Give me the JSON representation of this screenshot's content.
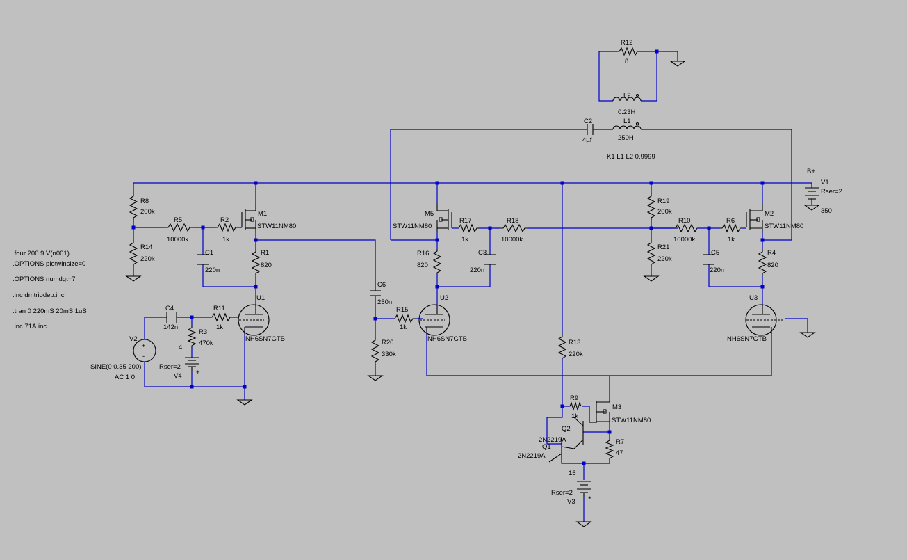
{
  "labels": {
    "R12": "R12",
    "R12v": "8",
    "L2": "L2",
    "L2v": "0.23H",
    "C2": "C2",
    "C2v": "4µf",
    "L1": "L1",
    "L1v": "250H",
    "K1": "K1 L1 L2 0.9999",
    "Bplus": "B+",
    "V1": "V1",
    "V1ser": "Rser=2",
    "V1v": "350",
    "R8": "R8",
    "R8v": "200k",
    "M1": "M1",
    "M1m": "STW11NM80",
    "R5": "R5",
    "R5v": "10000k",
    "R2": "R2",
    "R2v": "1k",
    "R14": "R14",
    "R14v": "220k",
    "C1": "C1",
    "C1v": "220n",
    "R1": "R1",
    "R1v": "820",
    "U1": "U1",
    "U1m": "NH6SN7GTB",
    "C4": "C4",
    "C4v": "142n",
    "R11": "R11",
    "R11v": "1k",
    "R3": "R3",
    "R3v": "470k",
    "V2": "V2",
    "V2v1": "SINE(0 0.35 200)",
    "V2v2": "AC 1 0",
    "V4": "V4",
    "V4ser": "Rser=2",
    "V4v": "4",
    "C6": "C6",
    "C6v": "250n",
    "R15": "R15",
    "R15v": "1k",
    "R20": "R20",
    "R20v": "330k",
    "M5": "M5",
    "M5m": "STW11NM80",
    "R17": "R17",
    "R17v": "1k",
    "R18": "R18",
    "R18v": "10000k",
    "R16": "R16",
    "R16v": "820",
    "C3": "C3",
    "C3v": "220n",
    "U2": "U2",
    "U2m": "NH6SN7GTB",
    "R13": "R13",
    "R13v": "220k",
    "R19": "R19",
    "R19v": "200k",
    "R10": "R10",
    "R10v": "10000k",
    "R6": "R6",
    "R6v": "1k",
    "M2": "M2",
    "M2m": "STW11NM80",
    "R21": "R21",
    "R21v": "220k",
    "C5": "C5",
    "C5v": "220n",
    "R4": "R4",
    "R4v": "820",
    "U3": "U3",
    "U3m": "NH6SN7GTB",
    "R9": "R9",
    "R9v": "1k",
    "M3": "M3",
    "M3m": "STW11NM80",
    "Q2": "Q2",
    "Q2m": "2N2219A",
    "Q1": "Q1",
    "Q1m": "2N2219A",
    "R7": "R7",
    "R7v": "47",
    "V3": "V3",
    "V3ser": "Rser=2",
    "V3v": "15"
  },
  "directives": [
    ".four 200 9 V(n001)",
    ".OPTIONS plotwinsize=0",
    ".OPTIONS numdgt=7",
    ".inc dmtriodep.inc",
    ".tran 0 220mS 20mS 1uS",
    ".inc 71A.inc"
  ],
  "colors": {
    "background": "#c0c0c0",
    "wire": "#0000c8",
    "component": "#000000"
  }
}
